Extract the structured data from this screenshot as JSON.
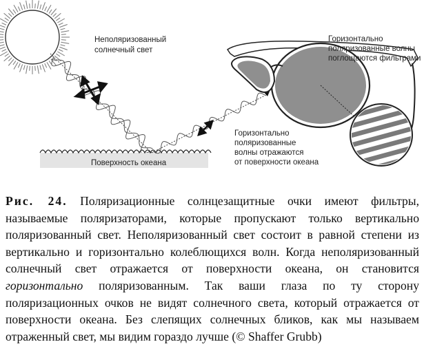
{
  "figure": {
    "label_unpolarized": [
      "Неполяризованный",
      "солнечный свет"
    ],
    "label_absorbed": [
      "Горизонтально",
      "поляризованные волны",
      "поглощаются фильтрами"
    ],
    "label_reflected": [
      "Горизонтально",
      "поляризованные",
      "волны отражаются",
      "от поверхности океана"
    ],
    "label_ocean": "Поверхность океана",
    "icons": [
      "sun-icon",
      "sunglasses-icon",
      "polarizing-filter-icon",
      "wave-icon"
    ]
  },
  "caption": {
    "label": "Рис. 24.",
    "part1": " Поляризационные солнцезащитные очки имеют фильтры, называемые поляризаторами, которые пропускают только вертикально поляризованный свет. Неполяризованный свет состоит в равной степени из вертикально и горизонтально колеблющихся волн. Когда неполяризованный солнечный свет отражается от поверхности океана, он становится ",
    "emphasis": "горизонтально",
    "part2": " поляризованным. Так ваши глаза по ту сторону поляризационных очков не видят солнечного света, который отражается от поверхности океана. Без слепящих солнечных бликов, как мы называем отраженный свет, мы видим гораздо лучше (© Shaffer Grubb)"
  }
}
